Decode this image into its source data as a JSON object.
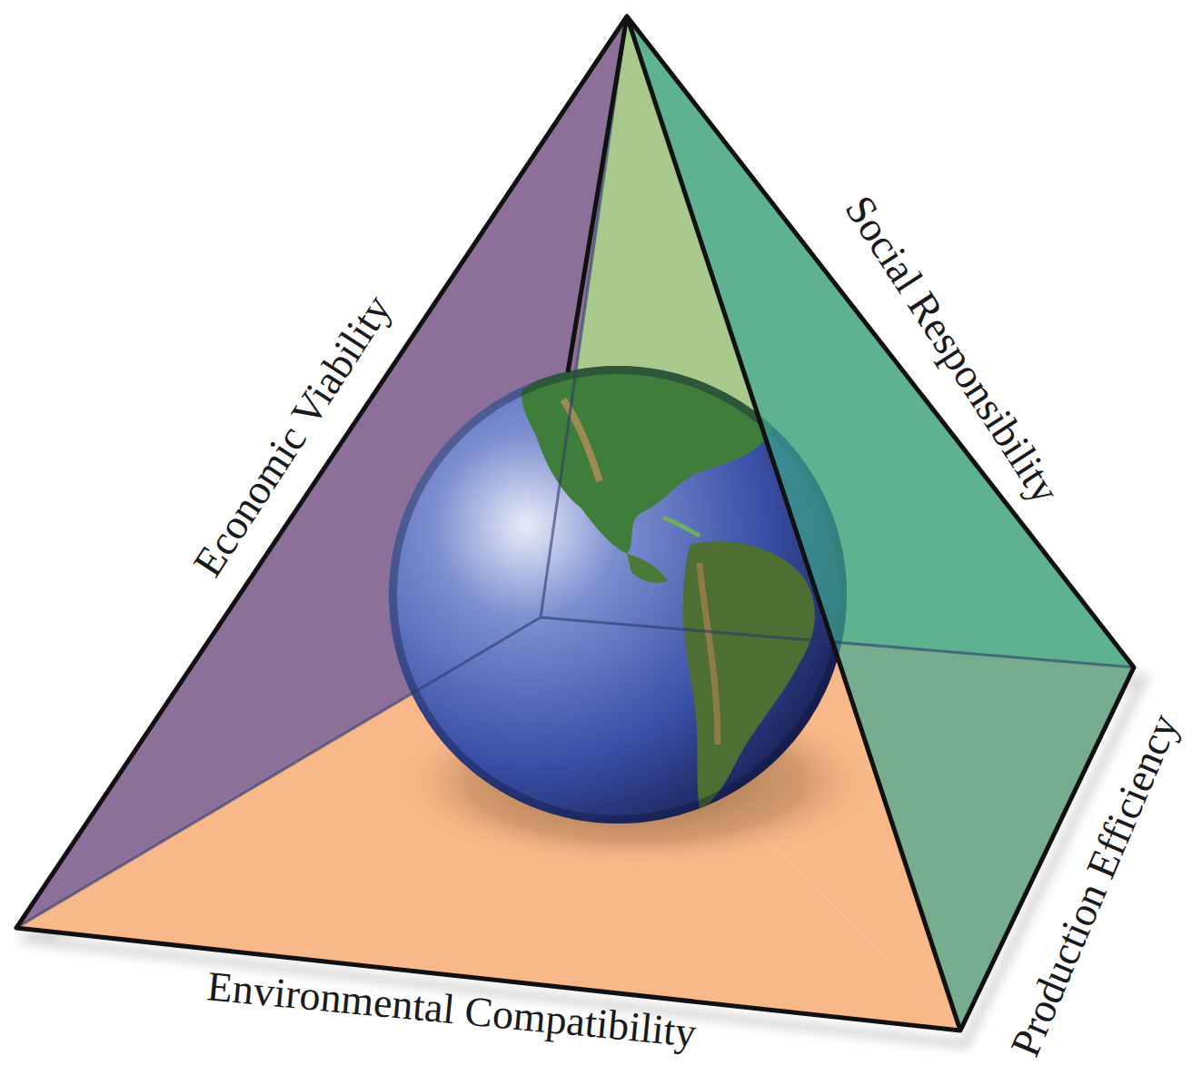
{
  "diagram": {
    "labels": [
      "Economic Viability",
      "Social Responsibility",
      "Production Efficiency",
      "Environmental Compatibility"
    ]
  }
}
